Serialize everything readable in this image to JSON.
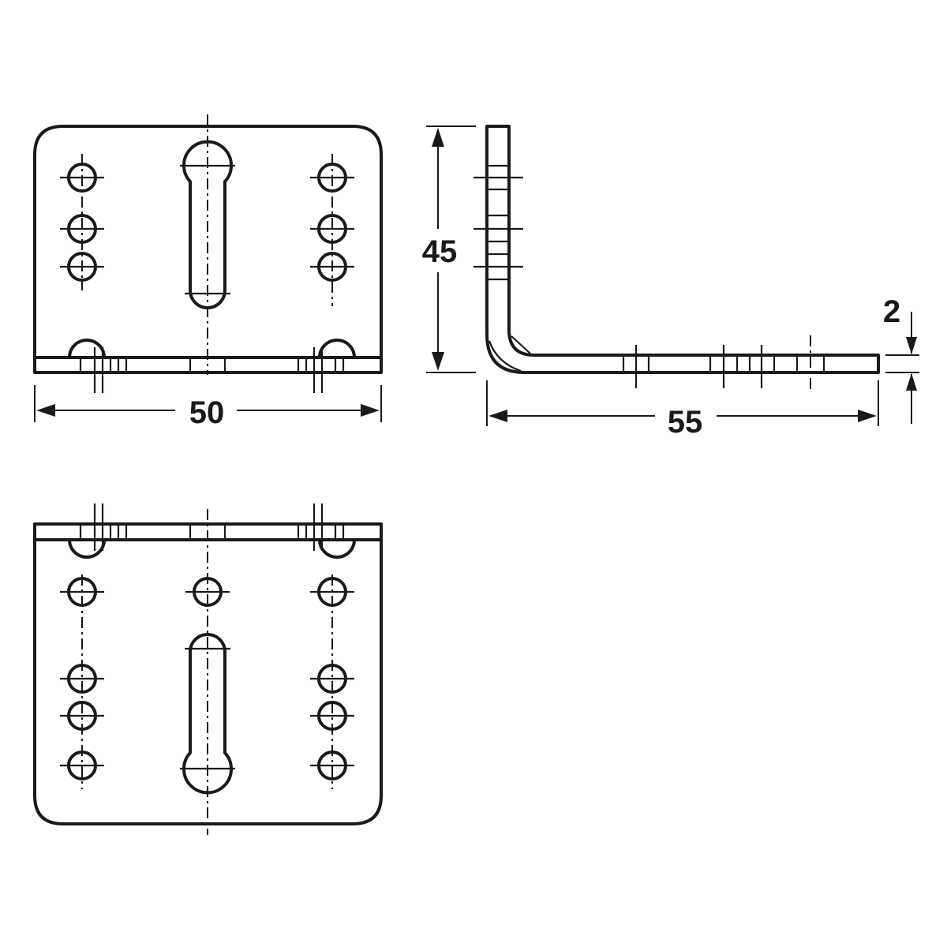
{
  "dimensions": {
    "width_front": "50",
    "height_side": "45",
    "length_side": "55",
    "thickness": "2"
  }
}
